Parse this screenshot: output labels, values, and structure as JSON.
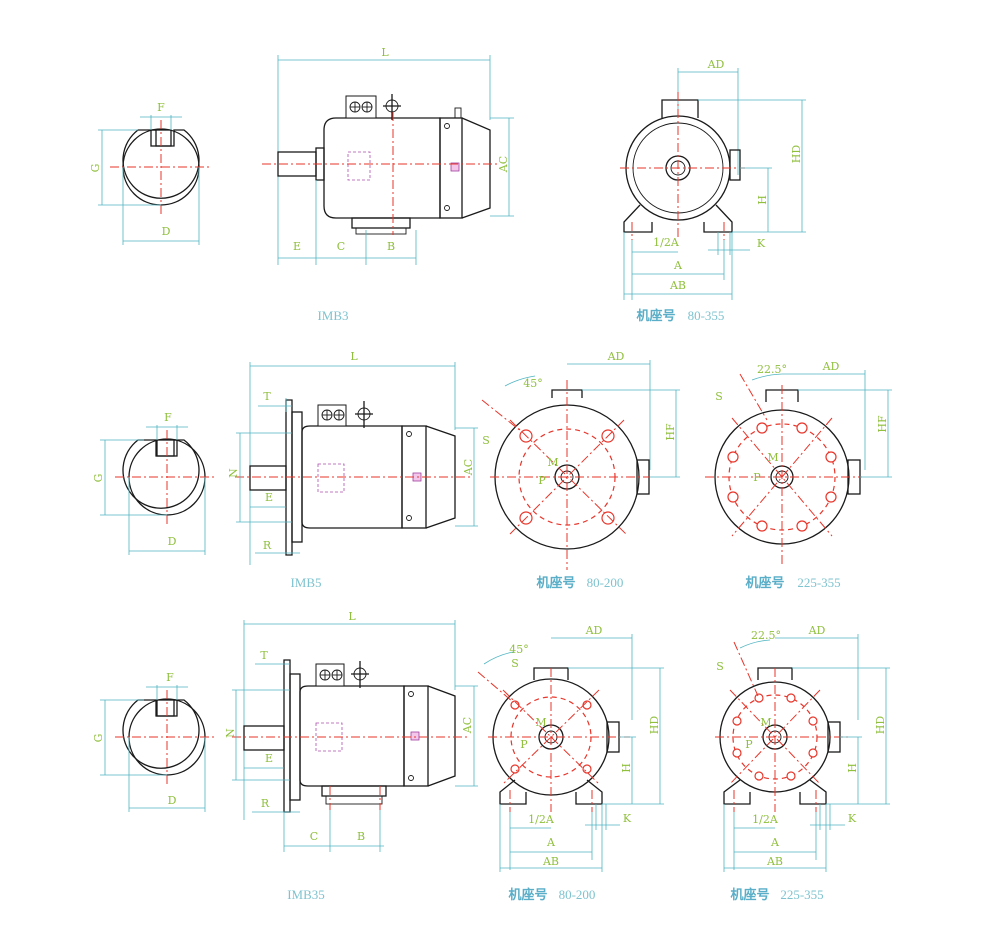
{
  "labels": {
    "F": "F",
    "G": "G",
    "D": "D",
    "L": "L",
    "AC": "AC",
    "E": "E",
    "C": "C",
    "B": "B",
    "AD": "AD",
    "HD": "HD",
    "H": "H",
    "K": "K",
    "A": "A",
    "AB": "AB",
    "half_A": "1/2A",
    "T": "T",
    "N": "N",
    "R": "R",
    "S": "S",
    "M": "M",
    "P": "P",
    "HF": "HF",
    "angle_45": "45°",
    "angle_22_5": "22.5°"
  },
  "captions": {
    "imb3": "IMB3",
    "imb5": "IMB5",
    "imb35": "IMB35",
    "frame_cn": "机座号",
    "range_80_355": "80-355",
    "range_80_200": "80-200",
    "range_225_355": "225-355"
  },
  "colors": {
    "outline": "#1a1a1a",
    "centerline": "#e8352a",
    "dimension": "#4fb5c2",
    "dimension_label": "#8fbf3c",
    "caption": "#7ec3cf",
    "terminal_mark": "#b04fb0"
  }
}
